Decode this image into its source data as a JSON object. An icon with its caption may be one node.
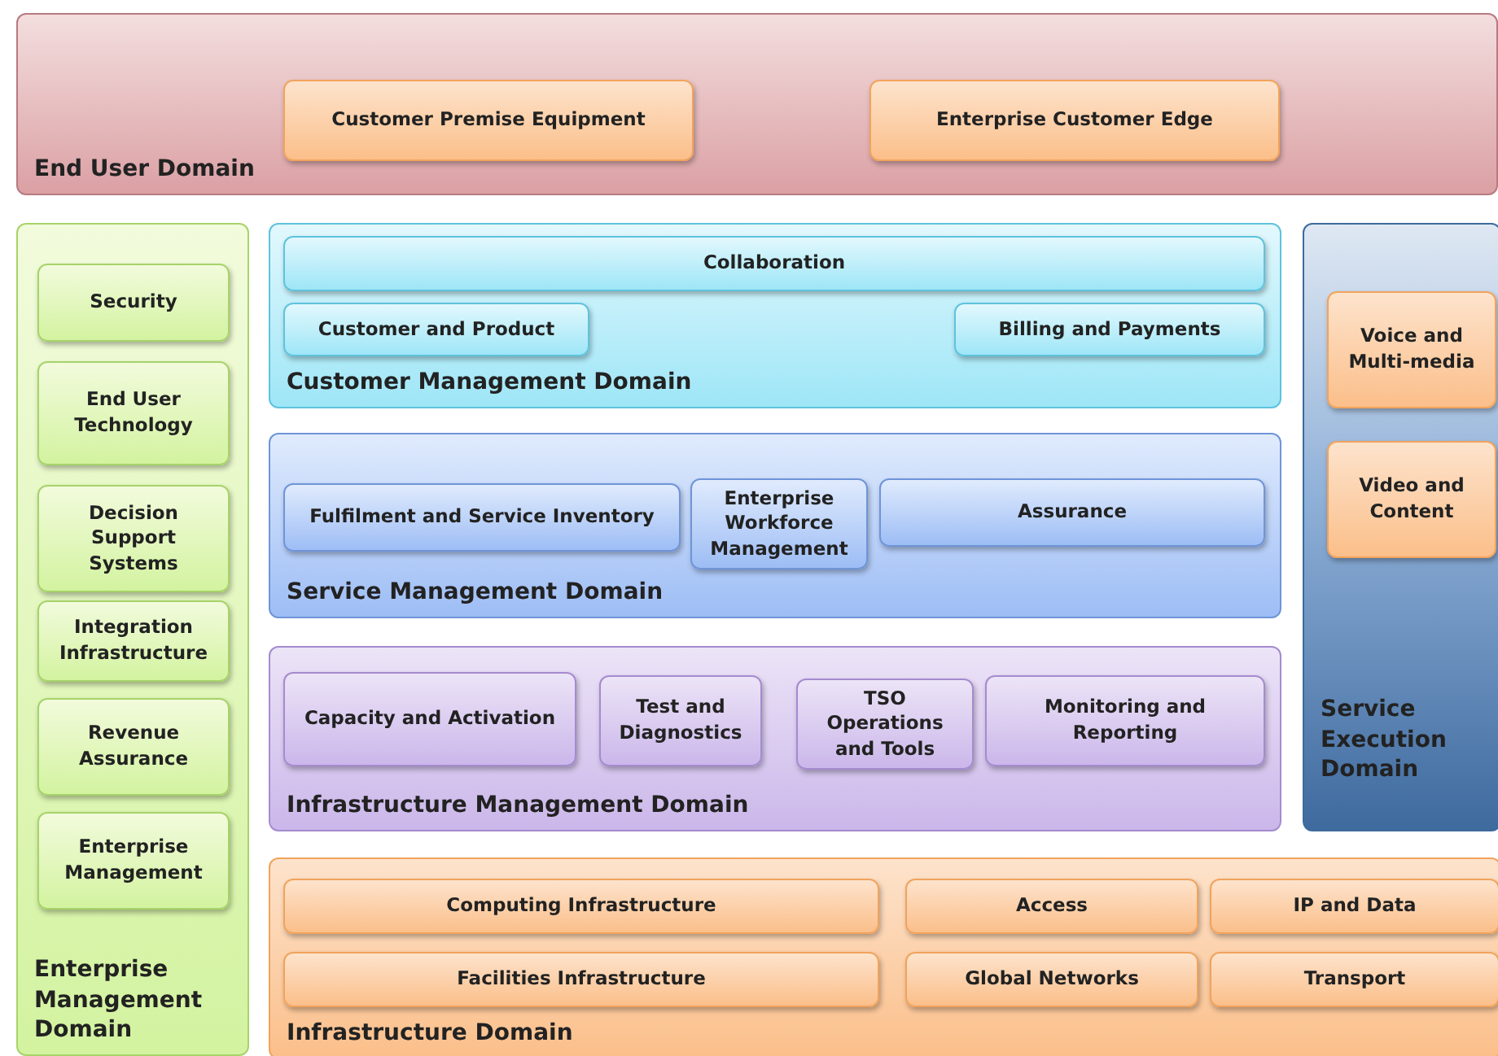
{
  "diagram": {
    "nodes": [
      {
        "text": [
          "End User Domain"
        ]
      },
      {
        "text": [
          "Customer Premise Equipment"
        ],
        "in": 0
      },
      {
        "text": [
          "Enterprise Customer Edge"
        ],
        "in": 0
      },
      {
        "text": [
          "Enterprise Management Domain"
        ]
      },
      {
        "text": [
          "Security"
        ],
        "in": 3
      },
      {
        "text": [
          "End User Technology"
        ],
        "in": 3
      },
      {
        "text": [
          "Decision Support Systems"
        ],
        "in": 3
      },
      {
        "text": [
          "Integration Infrastructure"
        ],
        "in": 3
      },
      {
        "text": [
          "Revenue Assurance"
        ],
        "in": 3
      },
      {
        "text": [
          "Enterprise Management"
        ],
        "in": 3
      },
      {
        "text": [
          "Customer Management Domain"
        ]
      },
      {
        "text": [
          "Collaboration"
        ],
        "in": 10
      },
      {
        "text": [
          "Customer and Product"
        ],
        "in": 10
      },
      {
        "text": [
          "Billing and Payments"
        ],
        "in": 10
      },
      {
        "text": [
          "Service Management Domain"
        ]
      },
      {
        "text": [
          "Fulfilment and Service Inventory"
        ],
        "in": 14
      },
      {
        "text": [
          "Enterprise Workforce Management"
        ],
        "in": 14
      },
      {
        "text": [
          "Assurance"
        ],
        "in": 14
      },
      {
        "text": [
          "Service Execution Domain"
        ]
      },
      {
        "text": [
          "Voice and Multi-media"
        ],
        "in": 18
      },
      {
        "text": [
          "Video and Content"
        ],
        "in": 18
      },
      {
        "text": [
          "Infrastructure Management Domain"
        ]
      },
      {
        "text": [
          "Capacity and Activation"
        ],
        "in": 21
      },
      {
        "text": [
          "Test and Diagnostics"
        ],
        "in": 21
      },
      {
        "text": [
          "TSO Operations and Tools"
        ],
        "in": 21
      },
      {
        "text": [
          "Monitoring and Reporting"
        ],
        "in": 21
      },
      {
        "text": [
          "Infrastructure Domain"
        ]
      },
      {
        "text": [
          "Computing Infrastructure"
        ],
        "in": 26
      },
      {
        "text": [
          "Access"
        ],
        "in": 26
      },
      {
        "text": [
          "IP and Data"
        ],
        "in": 26
      },
      {
        "text": [
          "Facilities Infrastructure"
        ],
        "in": 26
      },
      {
        "text": [
          "Global Networks"
        ],
        "in": 26
      },
      {
        "text": [
          "Transport"
        ],
        "in": 26
      }
    ]
  }
}
